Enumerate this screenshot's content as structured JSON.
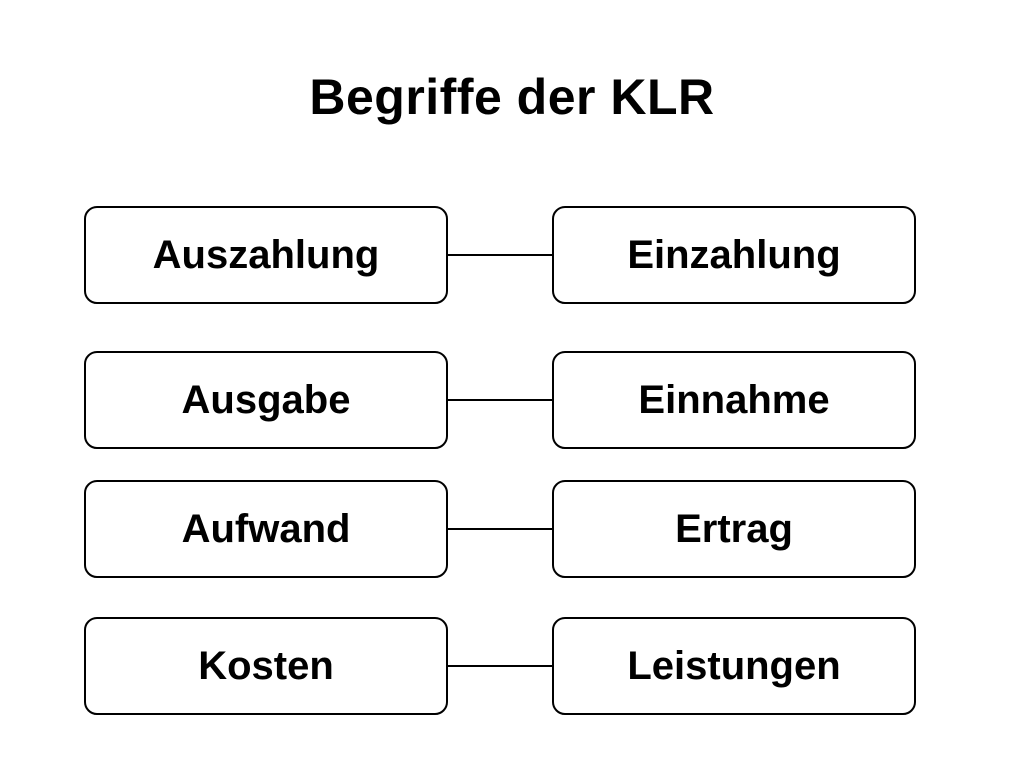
{
  "title": "Begriffe der KLR",
  "pairs": [
    {
      "left": "Auszahlung",
      "right": "Einzahlung"
    },
    {
      "left": "Ausgabe",
      "right": "Einnahme"
    },
    {
      "left": "Aufwand",
      "right": "Ertrag"
    },
    {
      "left": "Kosten",
      "right": "Leistungen"
    }
  ],
  "colors": {
    "background": "#ffffff",
    "stroke": "#000000",
    "text": "#000000"
  }
}
